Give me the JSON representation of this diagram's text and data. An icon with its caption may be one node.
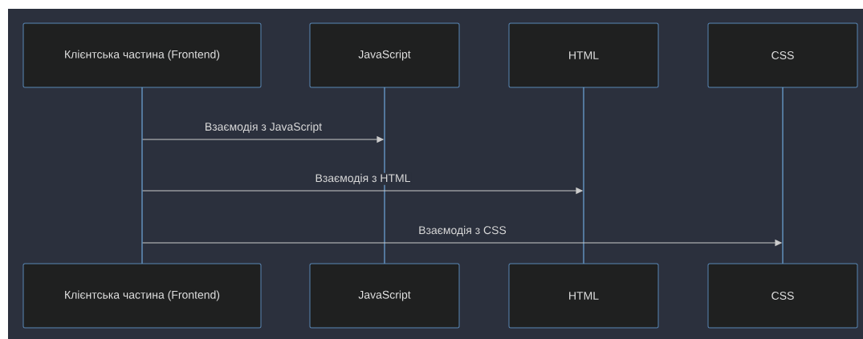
{
  "diagram": {
    "nodes": [
      {
        "text": [
          "Клієнтська частина (Frontend)"
        ]
      },
      {
        "text": [
          "JavaScript"
        ]
      },
      {
        "text": [
          "HTML"
        ]
      },
      {
        "text": [
          "CSS"
        ]
      },
      {
        "text": [],
        "shape": "bar"
      },
      {
        "text": [],
        "shape": "bar"
      },
      {
        "text": [],
        "shape": "bar"
      },
      {
        "text": [],
        "shape": "bar"
      },
      {
        "text": [
          "Клієнтська частина (Frontend)"
        ]
      },
      {
        "text": [
          "JavaScript"
        ]
      },
      {
        "text": [
          "HTML"
        ]
      },
      {
        "text": [
          "CSS"
        ]
      }
    ],
    "edges": [
      {
        "from": 4,
        "to": 5,
        "arrow": "to",
        "label": "Взаємодія з JavaScript"
      },
      {
        "from": 4,
        "to": 6,
        "arrow": "to",
        "label": "Взаємодія з HTML"
      },
      {
        "from": 4,
        "to": 7,
        "arrow": "to",
        "label": "Взаємодія з CSS"
      }
    ]
  }
}
